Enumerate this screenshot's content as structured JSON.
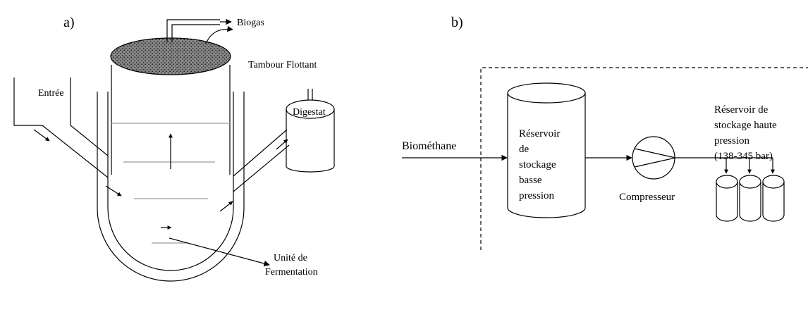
{
  "panel_a": {
    "label": "a)",
    "biogas": "Biogas",
    "floating_drum": "Tambour Flottant",
    "inlet": "Entrée",
    "digestate": "Digestat",
    "fermentation_unit_line1": "Unité de",
    "fermentation_unit_line2": "Fermentation"
  },
  "panel_b": {
    "label": "b)",
    "biomethane": "Biométhane",
    "low_pressure_tank": [
      "Réservoir",
      "de",
      "stockage",
      "basse",
      "pression"
    ],
    "compressor": "Compresseur",
    "high_pressure_tank": [
      "Réservoir de",
      "stockage haute",
      "pression",
      "(138-345 bar)"
    ]
  },
  "colors": {
    "line": "#000000",
    "stipple_fill": "#555555",
    "dashed_border": "#000000"
  }
}
